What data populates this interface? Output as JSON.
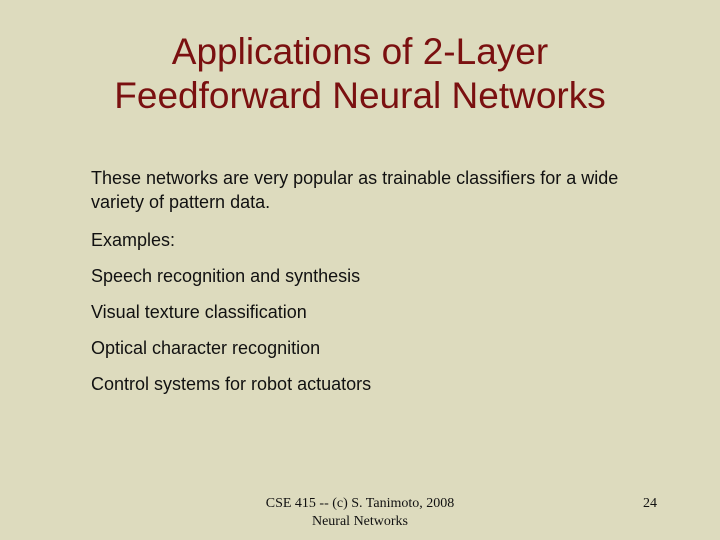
{
  "slide": {
    "title_lines": [
      "Applications of 2-Layer",
      "Feedforward Neural Networks"
    ],
    "body": {
      "intro": "These networks are very popular as trainable classifiers for a wide variety of pattern data.",
      "items": [
        "Examples:",
        "Speech recognition and synthesis",
        "Visual texture classification",
        "Optical character recognition",
        "Control systems for robot actuators"
      ]
    },
    "footer_lines": [
      "CSE 415 -- (c) S. Tanimoto, 2008",
      "Neural Networks"
    ],
    "page_number": "24"
  },
  "colors": {
    "background": "#dddbbe",
    "title": "#7a1010",
    "text": "#111111"
  }
}
